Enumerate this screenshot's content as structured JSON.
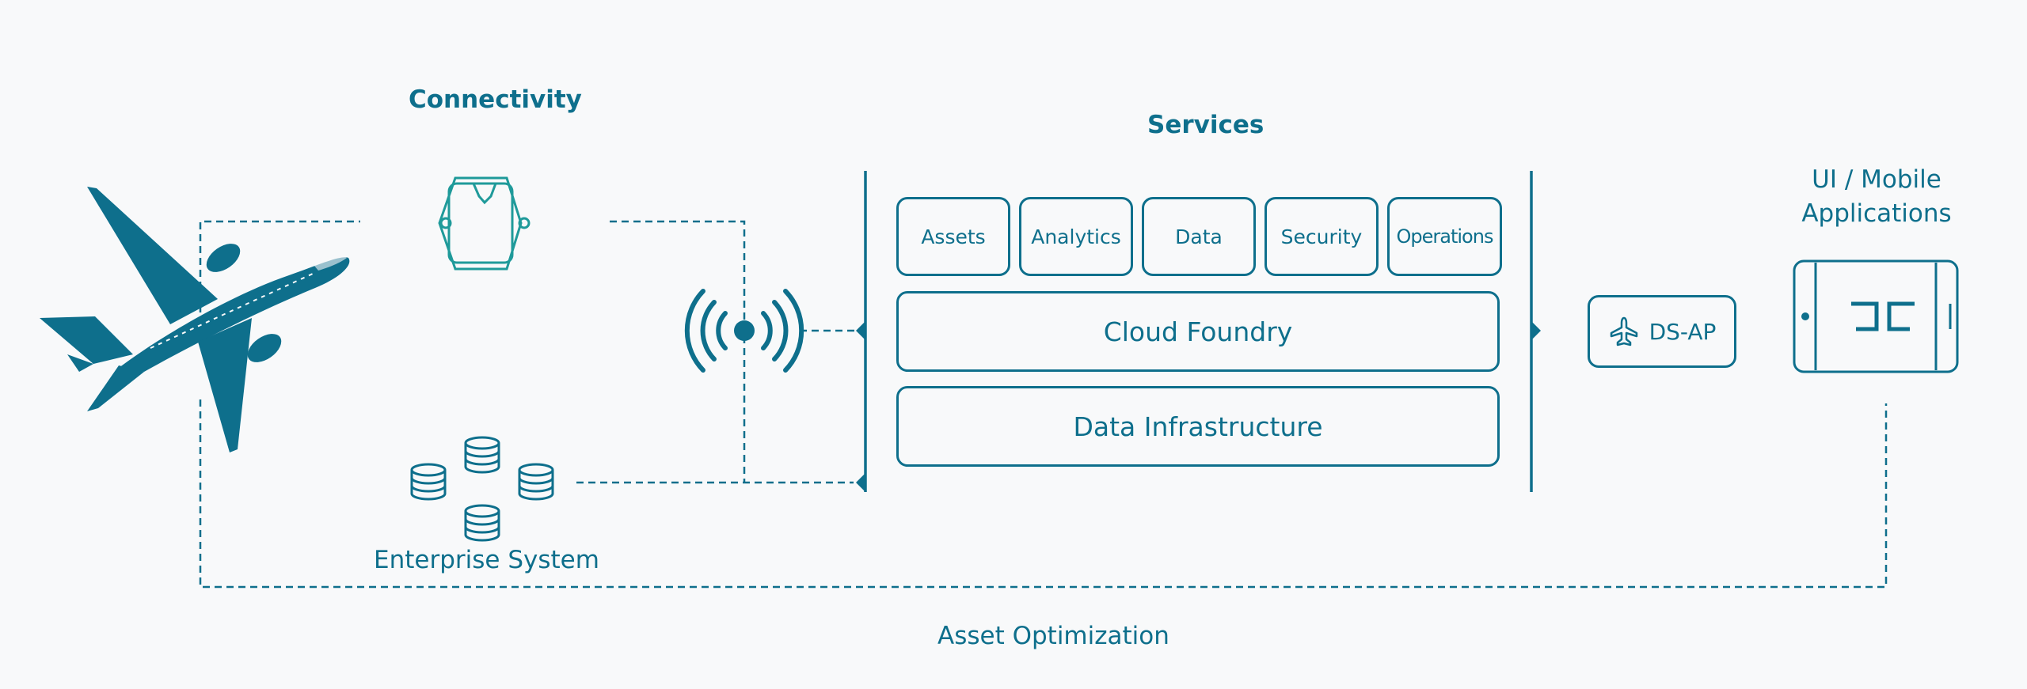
{
  "diagram": {
    "connectivity_title": "Connectivity",
    "services_title": "Services",
    "ui_mobile_title_line1": "UI / Mobile",
    "ui_mobile_title_line2": "Applications",
    "enterprise_label": "Enterprise System",
    "asset_optimization_label": "Asset Optimization",
    "service_tiles": [
      "Assets",
      "Analytics",
      "Data",
      "Security",
      "Operations"
    ],
    "cloud_foundry_label": "Cloud Foundry",
    "data_infrastructure_label": "Data Infrastructure",
    "dsap_label": "DS-AP",
    "colors": {
      "primary": "#0e6f8c",
      "teal": "#1f9a9a",
      "background": "#f8f9fa"
    },
    "icons": [
      "airplane-icon",
      "iot-device-icon",
      "wireless-signal-icon",
      "database-icon",
      "airplane-small-icon",
      "tablet-icon"
    ]
  }
}
